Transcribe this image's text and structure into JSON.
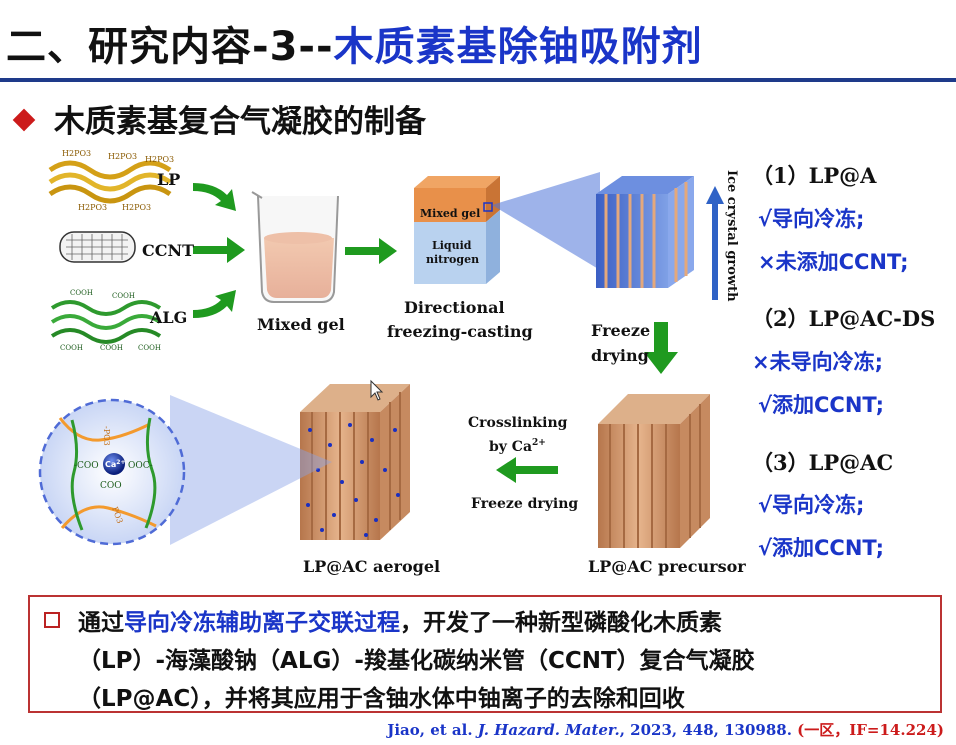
{
  "header": {
    "title_black": "二、研究内容-3--",
    "title_blue": "木质素基除铀吸附剂",
    "subtitle": "木质素基复合气凝胶的制备"
  },
  "diagram": {
    "mol_labels": {
      "lp": "LP",
      "ccnt": "CCNT",
      "alg": "ALG"
    },
    "mixed_gel": "Mixed gel",
    "block_mixed": "Mixed gel",
    "block_liquid": "Liquid",
    "block_nitrogen": "nitrogen",
    "directional_1": "Directional",
    "directional_2": "freezing-casting",
    "ice_growth": "Ice crystal growth",
    "freeze_1": "Freeze",
    "freeze_2": "drying",
    "crosslink_1": "Crosslinking",
    "crosslink_2": "by Ca",
    "crosslink_sup": "2+",
    "freeze_drying": "Freeze drying",
    "precursor": "LP@AC precursor",
    "aerogel": "LP@AC aerogel",
    "chem": {
      "ca": "Ca",
      "ca_sup": "2+",
      "coo_left": "-COO",
      "coo_right": "OOC-",
      "coo_bottom": "COO",
      "po3_top": "-PO3",
      "po3_bottom": "PO3"
    },
    "h2po3": "H2PO3",
    "cooh": "COOH"
  },
  "side": {
    "item1_title": "（1）LP@A",
    "item1_a": "√导向冷冻;",
    "item1_b": "×未添加CCNT;",
    "item2_title": "（2）LP@AC-DS",
    "item2_a": "×未导向冷冻;",
    "item2_b": "√添加CCNT;",
    "item3_title": "（3）LP@AC",
    "item3_a": "√导向冷冻;",
    "item3_b": "√添加CCNT;"
  },
  "summary": {
    "line1_pre": "通过",
    "line1_hl": "导向冷冻辅助离子交联过程",
    "line1_post": "，开发了一种新型磷酸化木质素",
    "line2": "（LP）-海藻酸钠（ALG）-羧基化碳纳米管（CCNT）复合气凝胶",
    "line3": "（LP@AC），并将其应用于含铀水体中铀离子的去除和回收"
  },
  "citation": {
    "authors": "Jiao, et al. ",
    "journal": "J. Hazard. Mater.",
    "details": ", 2023, 448, 130988. ",
    "rank": "(一区，IF=14.224)"
  },
  "colors": {
    "title_blue": "#1a35c8",
    "accent_red": "#cc1b1b",
    "arrow_green": "#1f9a1f",
    "lp_yellow": "#d4a017",
    "alg_green": "#2e9a2e",
    "aerogel_tan": "#c98a5e"
  }
}
